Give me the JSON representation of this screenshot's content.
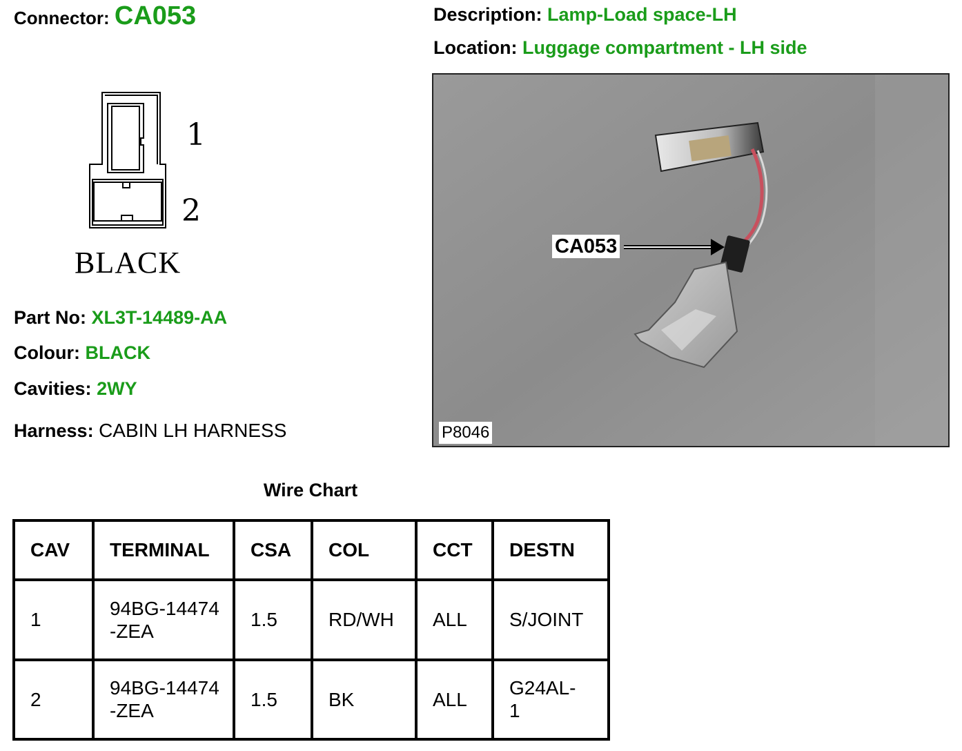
{
  "connector": {
    "label": "Connector:",
    "id": "CA053"
  },
  "description": {
    "label": "Description:",
    "value": "Lamp-Load space-LH"
  },
  "location": {
    "label": "Location:",
    "value": "Luggage compartment - LH side"
  },
  "diagram": {
    "pin1": "1",
    "pin2": "2",
    "colour": "BLACK"
  },
  "details": {
    "part_no": {
      "label": "Part No:",
      "value": "XL3T-14489-AA"
    },
    "colour": {
      "label": "Colour:",
      "value": "BLACK"
    },
    "cavities": {
      "label": "Cavities:",
      "value": "2WY"
    },
    "harness": {
      "label": "Harness:",
      "value": "CABIN LH HARNESS"
    }
  },
  "photo": {
    "callout": "CA053",
    "ref": "P8046"
  },
  "wire_chart": {
    "title": "Wire Chart",
    "headers": [
      "CAV",
      "TERMINAL",
      "CSA",
      "COL",
      "CCT",
      "DESTN"
    ],
    "rows": [
      [
        "1",
        "94BG-14474-ZEA",
        "1.5",
        "RD/WH",
        "ALL",
        "S/JOINT"
      ],
      [
        "2",
        "94BG-14474-ZEA",
        "1.5",
        "BK",
        "ALL",
        "G24AL-1"
      ]
    ]
  },
  "colors": {
    "value_green": "#1a9c1a",
    "text": "#000000",
    "photo_bg": "#8f8f8f"
  }
}
